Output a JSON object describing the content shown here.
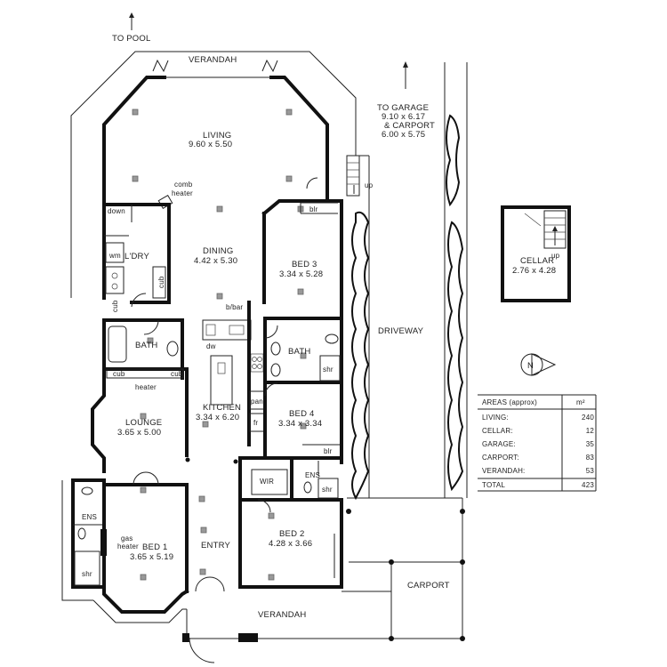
{
  "labels": {
    "to_pool": "TO POOL",
    "verandah_top": "VERANDAH",
    "verandah_bottom": "VERANDAH",
    "to_garage": [
      "TO GARAGE",
      "9.10 x 6.17",
      "& CARPORT",
      "6.00 x 5.75"
    ],
    "living": [
      "LIVING",
      "9.60 x 5.50"
    ],
    "comb_heater": [
      "comb",
      "heater"
    ],
    "down": "down",
    "up_stairs": "up",
    "laundry": "L'DRY",
    "wm": "wm",
    "cub": "cub",
    "dining": [
      "DINING",
      "4.42 x 5.30"
    ],
    "bed3": [
      "BED 3",
      "3.34 x 5.28"
    ],
    "blr": "blr",
    "bbar": "b/bar",
    "dw": "dw",
    "bath_left": "BATH",
    "bath_right": "BATH",
    "shr": "shr",
    "heater": "heater",
    "lounge": [
      "LOUNGE",
      "3.65 x 5.00"
    ],
    "kitchen": [
      "KITCHEN",
      "3.34 x 6.20"
    ],
    "pan": "pan",
    "fr": "fr",
    "bed4": [
      "BED 4",
      "3.34 x 3.34"
    ],
    "wir": "WIR",
    "ens": "ENS",
    "gas_heater": [
      "gas",
      "heater"
    ],
    "bed1": [
      "BED 1",
      "3.65 x 5.19"
    ],
    "entry": "ENTRY",
    "bed2": [
      "BED 2",
      "4.28 x 3.66"
    ],
    "driveway": "DRIVEWAY",
    "carport": "CARPORT",
    "cellar": [
      "CELLAR",
      "2.76 x 4.28"
    ],
    "cellar_up": "up",
    "compass": "N"
  },
  "areas": {
    "header": "AREAS (approx)",
    "unit": "m²",
    "rows": [
      {
        "name": "LIVING:",
        "value": "240"
      },
      {
        "name": "CELLAR:",
        "value": "12"
      },
      {
        "name": "GARAGE:",
        "value": "35"
      },
      {
        "name": "CARPORT:",
        "value": "83"
      },
      {
        "name": "VERANDAH:",
        "value": "53"
      }
    ],
    "total_name": "TOTAL",
    "total_value": "423"
  }
}
